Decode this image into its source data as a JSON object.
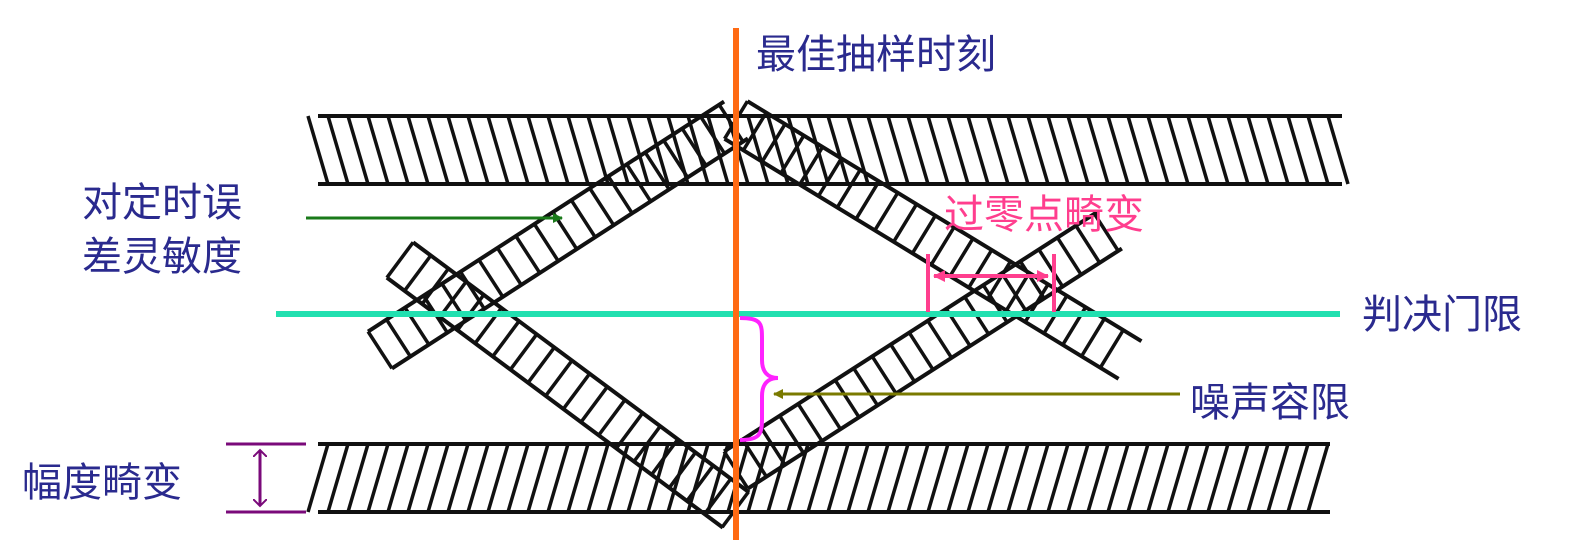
{
  "labels": {
    "optimal_sampling": "最佳抽样时刻",
    "timing_sensitivity_line1": "对定时误",
    "timing_sensitivity_line2": "差灵敏度",
    "zero_crossing_distortion": "过零点畸变",
    "decision_threshold": "判决门限",
    "noise_margin": "噪声容限",
    "amplitude_distortion": "幅度畸变"
  },
  "colors": {
    "label_text": "#2a2a8e",
    "zero_crossing_text": "#ff3e8e",
    "sampling_line": "#ff6a13",
    "threshold_line": "#22e0b0",
    "timing_arrow": "#1a7a1a",
    "noise_arrow": "#7a7a00",
    "noise_brace": "#ff22ff",
    "zero_crossing_arrow": "#ff3e8e",
    "amplitude_arrow": "#7a0a7a",
    "eye_ink": "#111111"
  },
  "icons": {
    "timing_arrow": "right-arrow-icon",
    "noise_arrow": "left-arrow-icon",
    "zero_crossing_arrow": "double-horizontal-arrow-icon",
    "amplitude_arrow": "double-vertical-arrow-icon",
    "noise_brace": "curly-brace-icon"
  }
}
